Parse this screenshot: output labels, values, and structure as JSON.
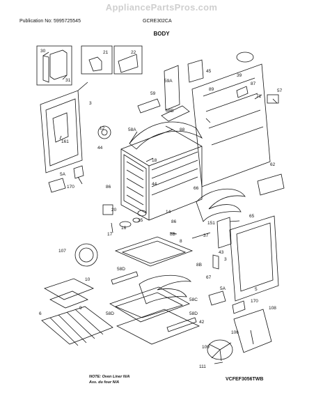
{
  "header": {
    "watermark": "AppliancePartsPros.com",
    "publication": "Publication No: 5995725545",
    "model": "GCRE302CA",
    "section_title": "BODY"
  },
  "footer": {
    "note_line1": "NOTE: Oven Liner N/A",
    "note_line2": "Ass. du four N/A",
    "figure_code": "VCFEF3056TWB"
  },
  "callouts": [
    "30",
    "31",
    "21",
    "22",
    "45",
    "39",
    "59A",
    "59",
    "87",
    "57",
    "89",
    "71",
    "3",
    "58B",
    "88",
    "12",
    "58A",
    "161",
    "44",
    "18",
    "62",
    "5A",
    "44",
    "170",
    "86",
    "66",
    "20",
    "14",
    "15",
    "86",
    "151",
    "37",
    "16",
    "17",
    "65",
    "8B",
    "107",
    "8",
    "43",
    "8B",
    "3",
    "58D",
    "10",
    "67",
    "9",
    "5A",
    "5",
    "170",
    "58C",
    "58D",
    "108",
    "6",
    "42",
    "58D",
    "106",
    "109",
    "111"
  ]
}
